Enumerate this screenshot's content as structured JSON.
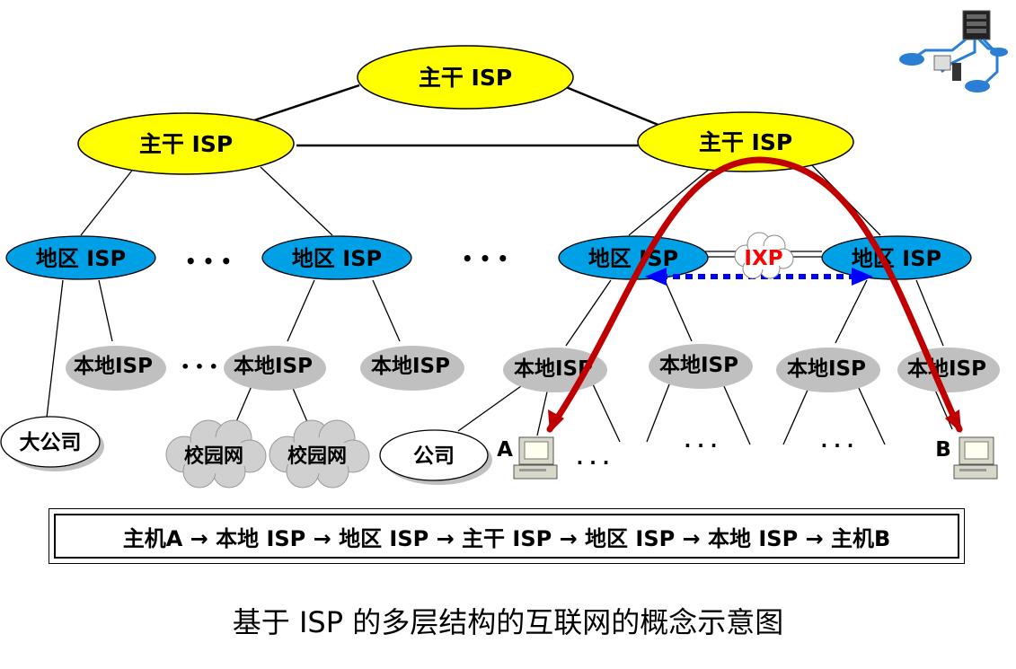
{
  "nodes": {
    "backbone_top": "主干 ISP",
    "backbone_left": "主干 ISP",
    "backbone_right": "主干 ISP",
    "regional_1": "地区 ISP",
    "regional_2": "地区 ISP",
    "regional_3": "地区 ISP",
    "regional_4": "地区 ISP",
    "local_1": "本地ISP",
    "local_2": "本地ISP",
    "local_3": "本地ISP",
    "local_4": "本地ISP",
    "local_5": "本地ISP",
    "local_6": "本地ISP",
    "local_7": "本地ISP",
    "big_company": "大公司",
    "campus_1": "校园网",
    "campus_2": "校园网",
    "company": "公司",
    "ixp": "IXP",
    "host_a": "A",
    "host_b": "B"
  },
  "ellipsis": "• • •",
  "small_ellipsis": "• • •",
  "dots": ". . .",
  "path_text": "主机A → 本地 ISP → 地区 ISP → 主干 ISP → 地区 ISP → 本地 ISP → 主机B",
  "caption": "基于 ISP 的多层结构的互联网的概念示意图",
  "colors": {
    "backbone_fill": "#ffff00",
    "regional_fill": "#00a0e6",
    "local_fill": "#c0c0c0",
    "route_arrow": "#c00000",
    "ixp_link": "#0000ff",
    "ixp_text": "#ff0000"
  }
}
